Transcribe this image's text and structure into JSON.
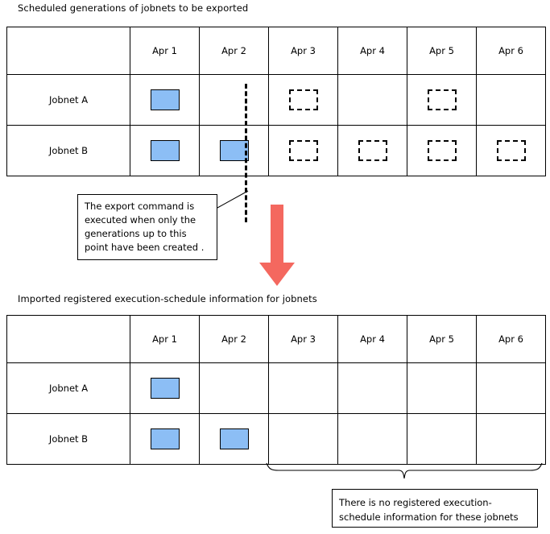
{
  "diagram": {
    "title_top": "Scheduled generations of jobnets to be exported",
    "title_bottom": "Imported registered execution-schedule information for jobnets",
    "colors": {
      "generation_fill": "#8CBEF5",
      "generation_border": "#000000",
      "arrow_fill": "#F4685F",
      "line": "#000000"
    }
  },
  "table_top": {
    "corner_header": "",
    "columns": [
      "Apr 1",
      "Apr 2",
      "Apr 3",
      "Apr 4",
      "Apr 5",
      "Apr 6"
    ],
    "rows": [
      {
        "label": "Jobnet A",
        "cells": [
          "created",
          "none",
          "dashed",
          "none",
          "dashed",
          "none"
        ]
      },
      {
        "label": "Jobnet B",
        "cells": [
          "created",
          "created",
          "dashed",
          "dashed",
          "dashed",
          "dashed"
        ]
      }
    ]
  },
  "table_bottom": {
    "corner_header": "",
    "columns": [
      "Apr 1",
      "Apr 2",
      "Apr 3",
      "Apr 4",
      "Apr 5",
      "Apr 6"
    ],
    "rows": [
      {
        "label": "Jobnet A",
        "cells": [
          "created",
          "none",
          "none",
          "none",
          "none",
          "none"
        ]
      },
      {
        "label": "Jobnet B",
        "cells": [
          "created",
          "created",
          "none",
          "none",
          "none",
          "none"
        ]
      }
    ]
  },
  "annotations": {
    "export_cutoff_note": "The export command is executed when only the generations up to this point have been created .",
    "no_info_note": "There is no registered execution-schedule information for these jobnets",
    "brace_spans_columns": [
      "Apr 3",
      "Apr 4",
      "Apr 5",
      "Apr 6"
    ]
  }
}
